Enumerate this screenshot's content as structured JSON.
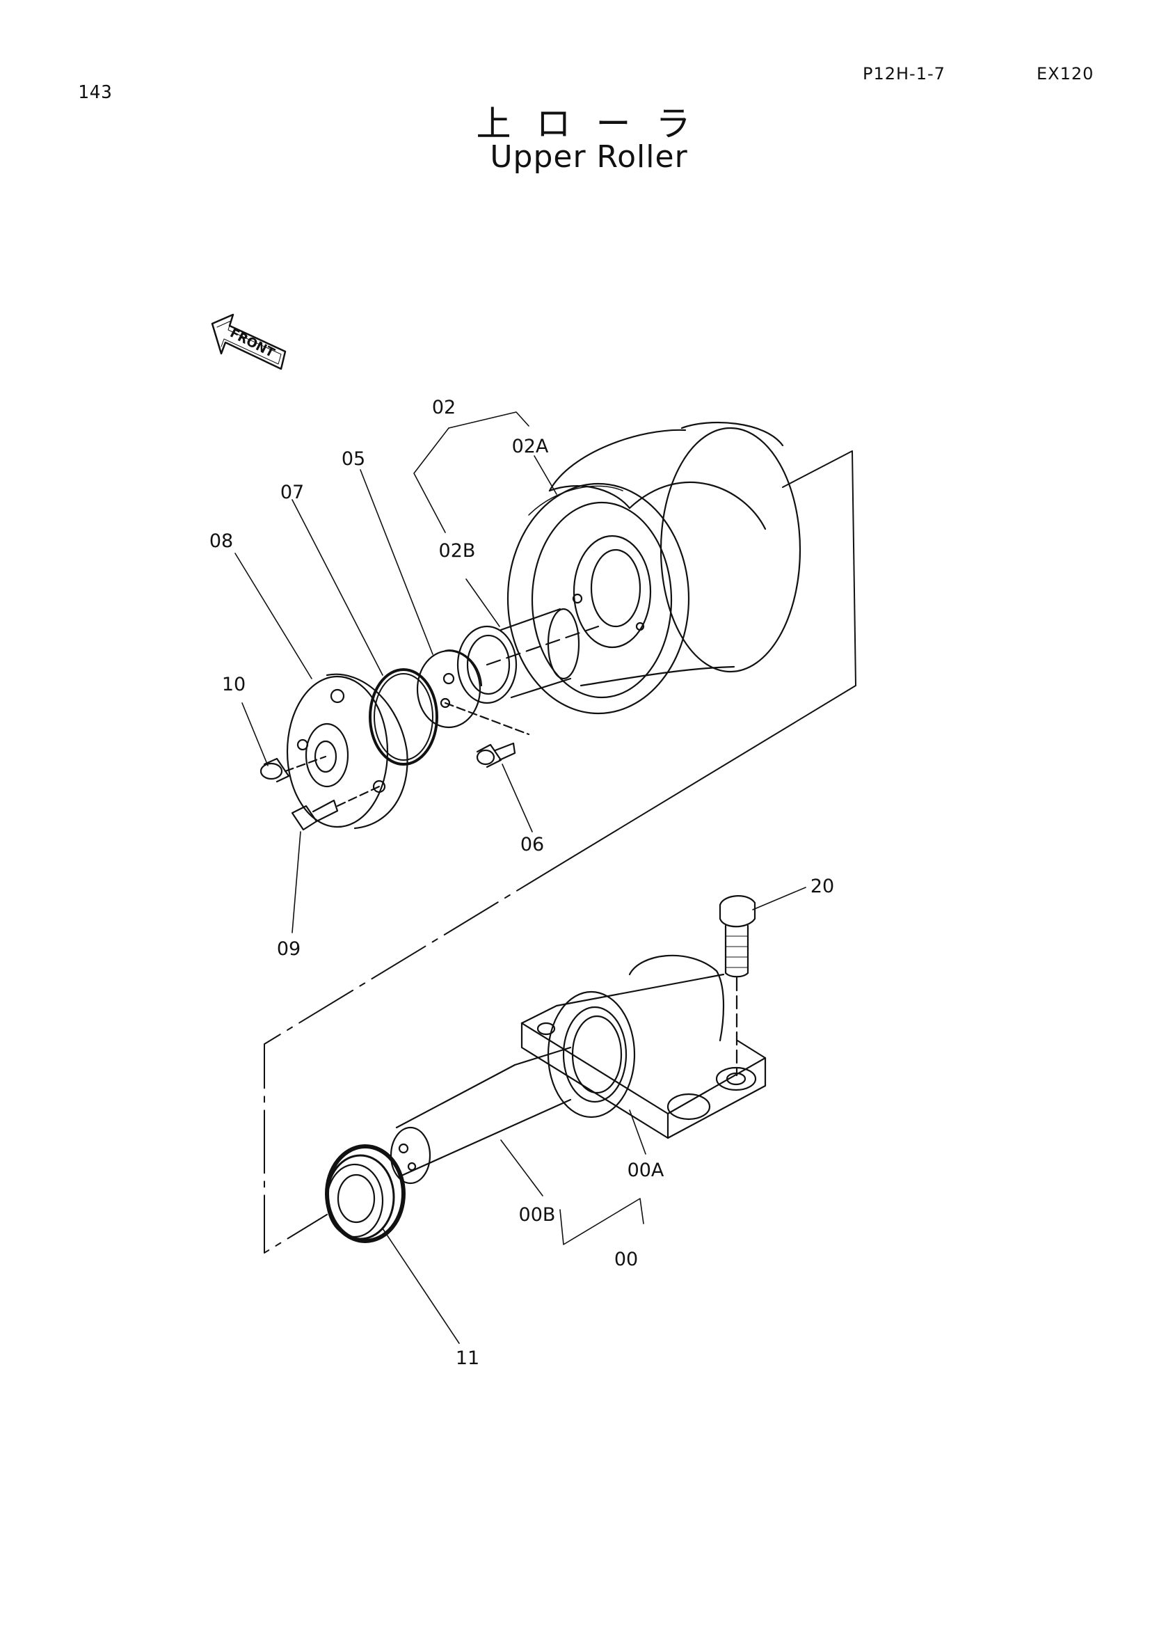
{
  "header": {
    "page_number": "143",
    "page_code": "P12H-1-7",
    "model": "EX120"
  },
  "title": {
    "japanese": "上ローラ",
    "english": "Upper Roller"
  },
  "front_marker": "FRONT",
  "callouts": [
    {
      "id": "02",
      "label": "02"
    },
    {
      "id": "02A",
      "label": "02A"
    },
    {
      "id": "02B",
      "label": "02B"
    },
    {
      "id": "05",
      "label": "05"
    },
    {
      "id": "07",
      "label": "07"
    },
    {
      "id": "08",
      "label": "08"
    },
    {
      "id": "10",
      "label": "10"
    },
    {
      "id": "06",
      "label": "06"
    },
    {
      "id": "09",
      "label": "09"
    },
    {
      "id": "20",
      "label": "20"
    },
    {
      "id": "00A",
      "label": "00A"
    },
    {
      "id": "00B",
      "label": "00B"
    },
    {
      "id": "00",
      "label": "00"
    },
    {
      "id": "11",
      "label": "11"
    }
  ]
}
